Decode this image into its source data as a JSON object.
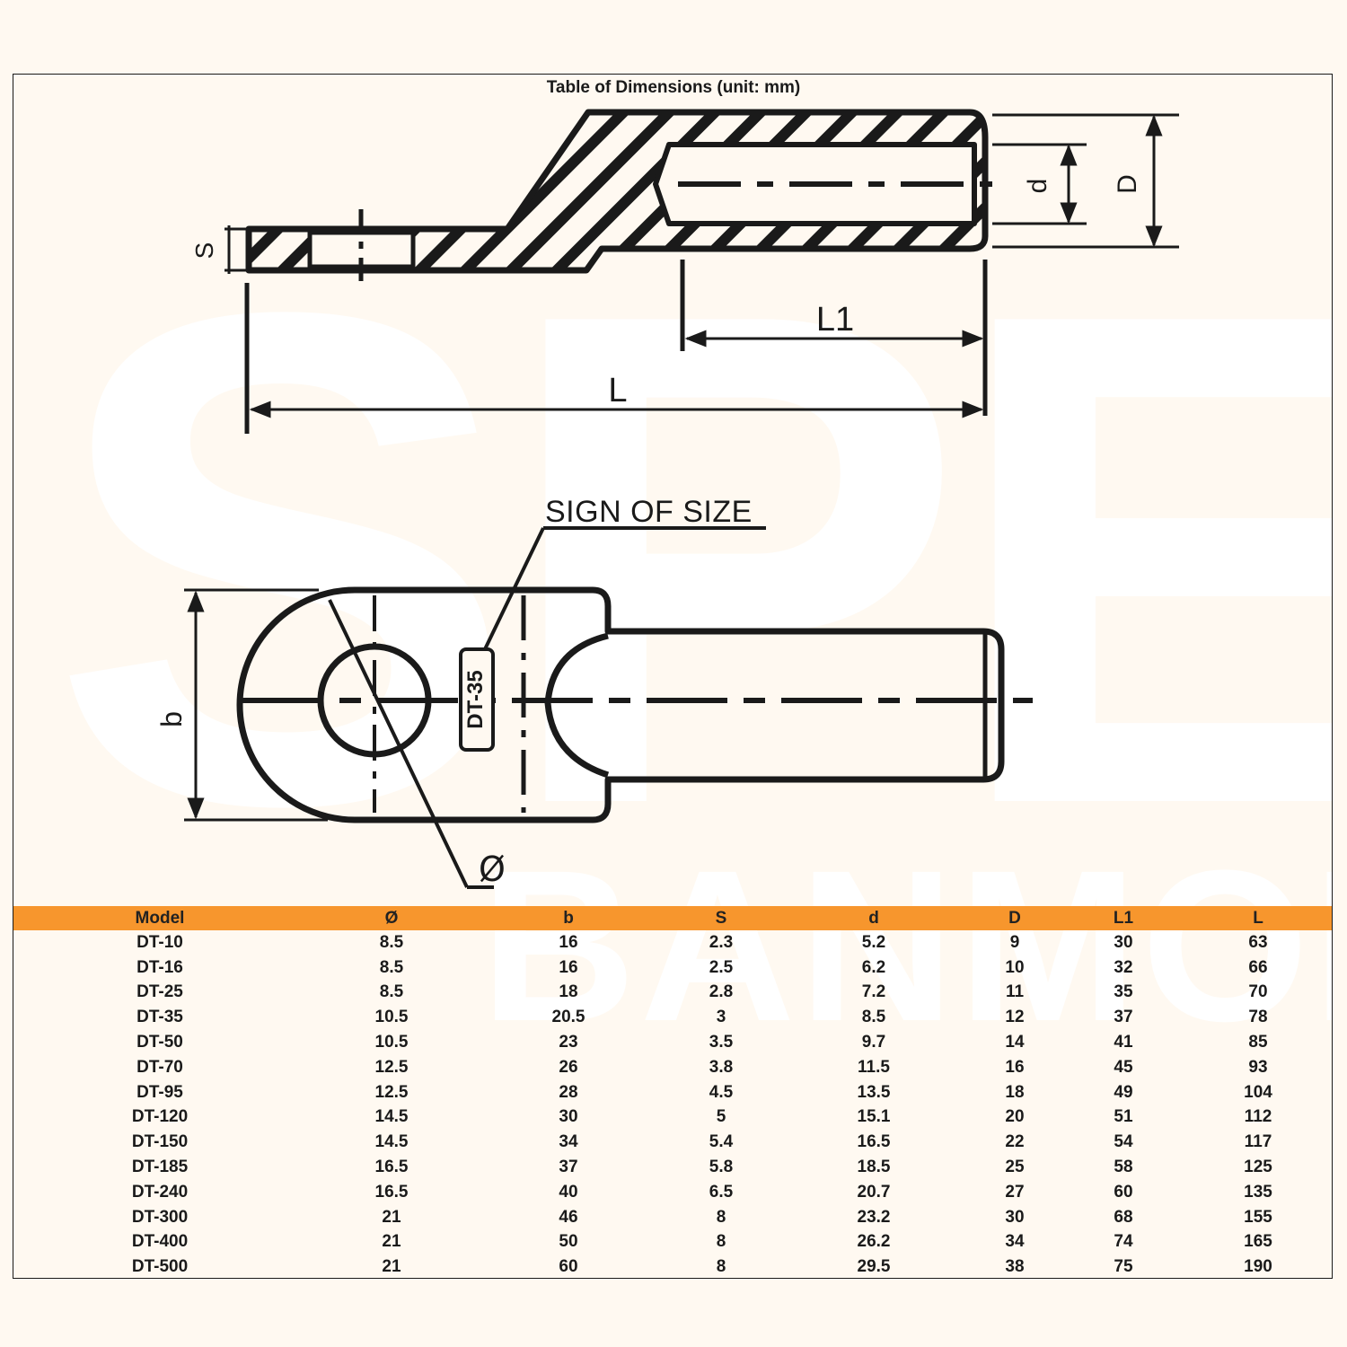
{
  "title": "Table of Dimensions (unit: mm)",
  "watermark": {
    "large": "SPE",
    "small": "BANMOH"
  },
  "drawing": {
    "labels": {
      "s": "S",
      "d": "d",
      "D": "D",
      "L1": "L1",
      "L": "L",
      "b": "b",
      "dia": "Ø",
      "sign_of_size": "SIGN OF SIZE",
      "stamp": "DT-35"
    }
  },
  "table": {
    "header_color": "#f7962d",
    "columns": [
      "Model",
      "Ø",
      "b",
      "S",
      "d",
      "D",
      "L1",
      "L"
    ],
    "rows": [
      [
        "DT-10",
        "8.5",
        "16",
        "2.3",
        "5.2",
        "9",
        "30",
        "63"
      ],
      [
        "DT-16",
        "8.5",
        "16",
        "2.5",
        "6.2",
        "10",
        "32",
        "66"
      ],
      [
        "DT-25",
        "8.5",
        "18",
        "2.8",
        "7.2",
        "11",
        "35",
        "70"
      ],
      [
        "DT-35",
        "10.5",
        "20.5",
        "3",
        "8.5",
        "12",
        "37",
        "78"
      ],
      [
        "DT-50",
        "10.5",
        "23",
        "3.5",
        "9.7",
        "14",
        "41",
        "85"
      ],
      [
        "DT-70",
        "12.5",
        "26",
        "3.8",
        "11.5",
        "16",
        "45",
        "93"
      ],
      [
        "DT-95",
        "12.5",
        "28",
        "4.5",
        "13.5",
        "18",
        "49",
        "104"
      ],
      [
        "DT-120",
        "14.5",
        "30",
        "5",
        "15.1",
        "20",
        "51",
        "112"
      ],
      [
        "DT-150",
        "14.5",
        "34",
        "5.4",
        "16.5",
        "22",
        "54",
        "117"
      ],
      [
        "DT-185",
        "16.5",
        "37",
        "5.8",
        "18.5",
        "25",
        "58",
        "125"
      ],
      [
        "DT-240",
        "16.5",
        "40",
        "6.5",
        "20.7",
        "27",
        "60",
        "135"
      ],
      [
        "DT-300",
        "21",
        "46",
        "8",
        "23.2",
        "30",
        "68",
        "155"
      ],
      [
        "DT-400",
        "21",
        "50",
        "8",
        "26.2",
        "34",
        "74",
        "165"
      ],
      [
        "DT-500",
        "21",
        "60",
        "8",
        "29.5",
        "38",
        "75",
        "190"
      ]
    ]
  }
}
